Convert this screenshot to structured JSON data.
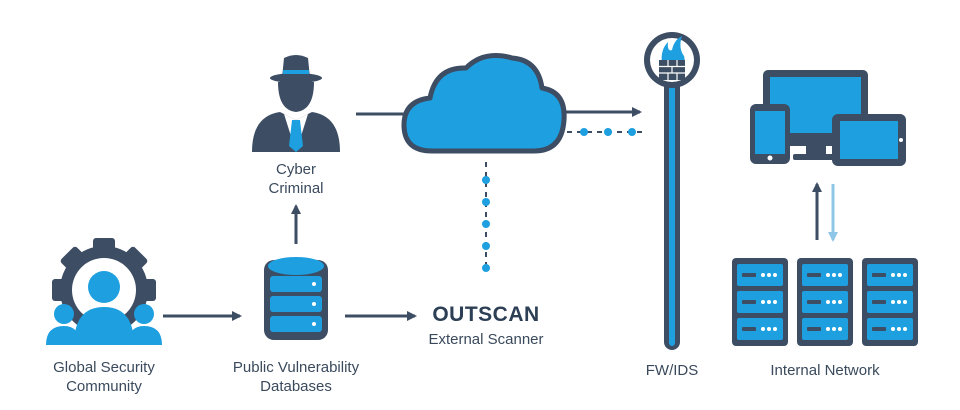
{
  "nodes": {
    "community": {
      "line1": "Global Security",
      "line2": "Community"
    },
    "databases": {
      "line1": "Public Vulnerability",
      "line2": "Databases"
    },
    "criminal": {
      "line1": "Cyber",
      "line2": "Criminal"
    },
    "scanner": {
      "title": "OUTSCAN",
      "subtitle": "External Scanner"
    },
    "firewall": {
      "label": "FW/IDS"
    },
    "network": {
      "label": "Internal Network"
    }
  },
  "colors": {
    "dark": "#3d4d63",
    "blue": "#1e9fe0",
    "light_blue": "#8fc5e6",
    "white": "#ffffff"
  },
  "icons": [
    "gear-people-icon",
    "database-icon",
    "hacker-icon",
    "cloud-icon",
    "firewall-flame-icon",
    "devices-icon",
    "server-rack-icon"
  ]
}
